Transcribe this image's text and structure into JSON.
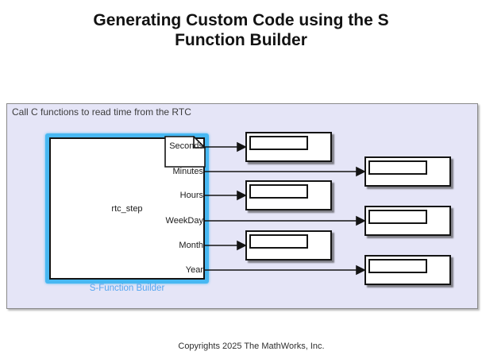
{
  "title": {
    "line1": "Generating Custom Code using the S",
    "line2": "Function Builder"
  },
  "area": {
    "label": "Call C functions to read time from the RTC"
  },
  "block": {
    "name": "rtc_step",
    "type_label": "S-Function Builder",
    "ports": [
      "Seconds",
      "Minutes",
      "Hours",
      "WeekDay",
      "Month",
      "Year"
    ]
  },
  "displays": [
    {
      "id": "seconds",
      "value": ""
    },
    {
      "id": "minutes",
      "value": ""
    },
    {
      "id": "hours",
      "value": ""
    },
    {
      "id": "weekday",
      "value": ""
    },
    {
      "id": "month",
      "value": ""
    },
    {
      "id": "year",
      "value": ""
    }
  ],
  "footer": {
    "copyright": "Copyrights 2025 The MathWorks, Inc."
  },
  "colors": {
    "selection_highlight": "#48B8F2",
    "selected_label_blue": "#55A5F0",
    "area_fill": "#E5E5F7",
    "wire": "#141414"
  }
}
